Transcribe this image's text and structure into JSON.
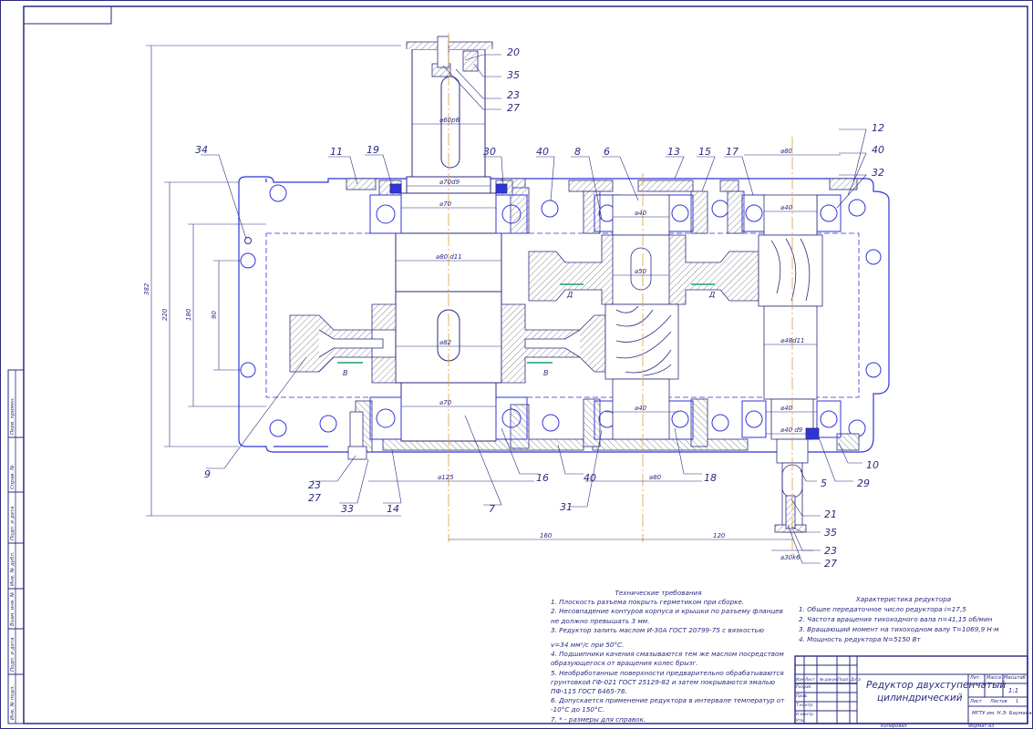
{
  "drawing": {
    "stroke": "#2a2a80",
    "part_color": "#2f35d8",
    "center_color": "#d9a13a",
    "hatch_color": "#7a7a80",
    "callouts": [
      {
        "id": "c20",
        "t": "20"
      },
      {
        "id": "c35a",
        "t": "35"
      },
      {
        "id": "c23a",
        "t": "23"
      },
      {
        "id": "c27a",
        "t": "27"
      },
      {
        "id": "c12",
        "t": "12"
      },
      {
        "id": "c40a",
        "t": "40"
      },
      {
        "id": "c32",
        "t": "32"
      },
      {
        "id": "c34",
        "t": "34"
      },
      {
        "id": "c11",
        "t": "11"
      },
      {
        "id": "c19",
        "t": "19"
      },
      {
        "id": "c30",
        "t": "30"
      },
      {
        "id": "c40b",
        "t": "40"
      },
      {
        "id": "c8",
        "t": "8"
      },
      {
        "id": "c6",
        "t": "6"
      },
      {
        "id": "c13",
        "t": "13"
      },
      {
        "id": "c15",
        "t": "15"
      },
      {
        "id": "c17",
        "t": "17"
      },
      {
        "id": "c9",
        "t": "9"
      },
      {
        "id": "c23b",
        "t": "23"
      },
      {
        "id": "c27b",
        "t": "27"
      },
      {
        "id": "c33",
        "t": "33"
      },
      {
        "id": "c14",
        "t": "14"
      },
      {
        "id": "c7",
        "t": "7"
      },
      {
        "id": "c31",
        "t": "31"
      },
      {
        "id": "c16",
        "t": "16"
      },
      {
        "id": "c40c",
        "t": "40"
      },
      {
        "id": "c18",
        "t": "18"
      },
      {
        "id": "c5",
        "t": "5"
      },
      {
        "id": "c29",
        "t": "29"
      },
      {
        "id": "c10",
        "t": "10"
      },
      {
        "id": "c21",
        "t": "21"
      },
      {
        "id": "c35b",
        "t": "35"
      },
      {
        "id": "c23c",
        "t": "23"
      },
      {
        "id": "c27c",
        "t": "27"
      }
    ],
    "dims": {
      "d_in_top": "⌀60р6",
      "d_in_seal": "⌀70d9",
      "d_in_brg": "⌀70",
      "d_in_mid": "⌀80 d11",
      "d_in_gear": "⌀82",
      "d_in_brg2": "⌀70",
      "d_mid_top": "⌀40",
      "d_mid_gear": "⌀50",
      "d_mid_bot": "⌀40",
      "d_out_top": "⌀40",
      "d_out_mid": "⌀48d11",
      "d_out_brg": "⌀40",
      "d_out_seal": "⌀40 d9",
      "d_out_shaft": "⌀30k6",
      "d_out_hd": "⌀80",
      "d_bot1": "⌀125",
      "d_bot2": "⌀80",
      "l_382": "382",
      "l_220": "220",
      "l_180": "180",
      "l_90": "90",
      "l_160": "160",
      "l_120": "120",
      "sec_v": "В",
      "sec_d": "Д"
    },
    "side_text": [
      "Инв. № подл.",
      "Подп. и дата",
      "Взам. инв. №",
      "Инв. № дубл.",
      "Подп. и дата",
      "Справ. №",
      "Перв. примен."
    ]
  },
  "tech_req": {
    "title": "Технические требования",
    "lines": [
      "1. Плоскость разъема покрыть герметиком при сборке.",
      "2. Несовпадение контуров корпуса и крышки по разъему фланцев",
      "не должно превышать 3 мм.",
      "3. Редуктор залить маслом И-30А ГОСТ 20799-75 с вязкостью",
      "",
      "v=34 мм²/с при 50°С.",
      "4. Подшипники качения смазываются тем же маслом посредством",
      "образующегося от вращения колес брызг.",
      "5. Необработанные поверхности предварительно обрабатываются",
      "грунтовкой ГФ-021 ГОСТ 25129-82 и затем покрываются эмалью",
      "ПФ-115 ГОСТ 6465-76.",
      "6. Допускается применение редуктора в интервале температур от",
      "-10°С до 150°С.",
      "7. * - размеры для справок."
    ]
  },
  "characteristics": {
    "title": "Характеристика редуктора",
    "lines": [
      "1. Общее передаточное число редуктора i=17,5",
      "2. Частота вращения тихоходного вала n=41,15 об/мин",
      "3. Вращающий момент на тихоходном валу T=1069,9 Н·м",
      "4. Мощность редуктора N=5150 Вт"
    ]
  },
  "title_block": {
    "name_line1": "Редуктор двухступенчатый",
    "name_line2": "цилиндрический",
    "col_lit": "Лит.",
    "col_mass": "Масса",
    "col_scale": "Масштаб",
    "scale": "1:1",
    "sheet": "Лист",
    "sheets": "Листов",
    "sheets_n": "1",
    "org": "МГТУ им. Н.Э. Баумана",
    "row_labels": [
      "Изм.",
      "Лист",
      "№ докум.",
      "Подп.",
      "Дата"
    ],
    "roles": [
      "Разраб.",
      "Пров.",
      "Т.контр.",
      "Н.контр.",
      "Утв."
    ],
    "copied": "Копировал",
    "format": "Формат А3"
  }
}
